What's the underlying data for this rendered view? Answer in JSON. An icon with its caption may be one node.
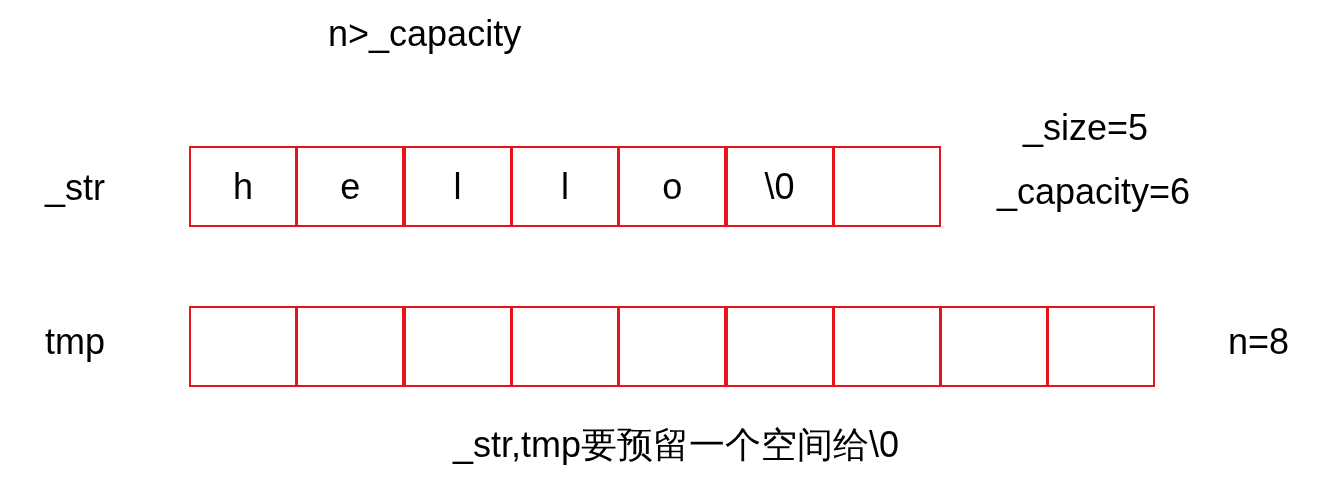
{
  "diagram": {
    "caption": "_str,tmp要预留一个空间给\\0",
    "nodes": [
      {
        "text": [
          "h"
        ]
      },
      {
        "text": [
          "e"
        ]
      },
      {
        "text": [
          "l"
        ]
      },
      {
        "text": [
          "l"
        ]
      },
      {
        "text": [
          "o"
        ]
      },
      {
        "text": [
          "\\0"
        ]
      },
      {
        "text": [],
        "shape": "box"
      },
      {
        "text": [],
        "shape": "box"
      },
      {
        "text": [],
        "shape": "box"
      },
      {
        "text": [],
        "shape": "box"
      },
      {
        "text": [],
        "shape": "box"
      },
      {
        "text": [],
        "shape": "box"
      },
      {
        "text": [],
        "shape": "box"
      },
      {
        "text": [],
        "shape": "box"
      },
      {
        "text": [],
        "shape": "box"
      },
      {
        "text": [],
        "shape": "box"
      }
    ],
    "edges": [],
    "labels": [
      "n>_capacity",
      "_size=5",
      "_str",
      "_capacity=6",
      "tmp",
      "n=8"
    ]
  }
}
